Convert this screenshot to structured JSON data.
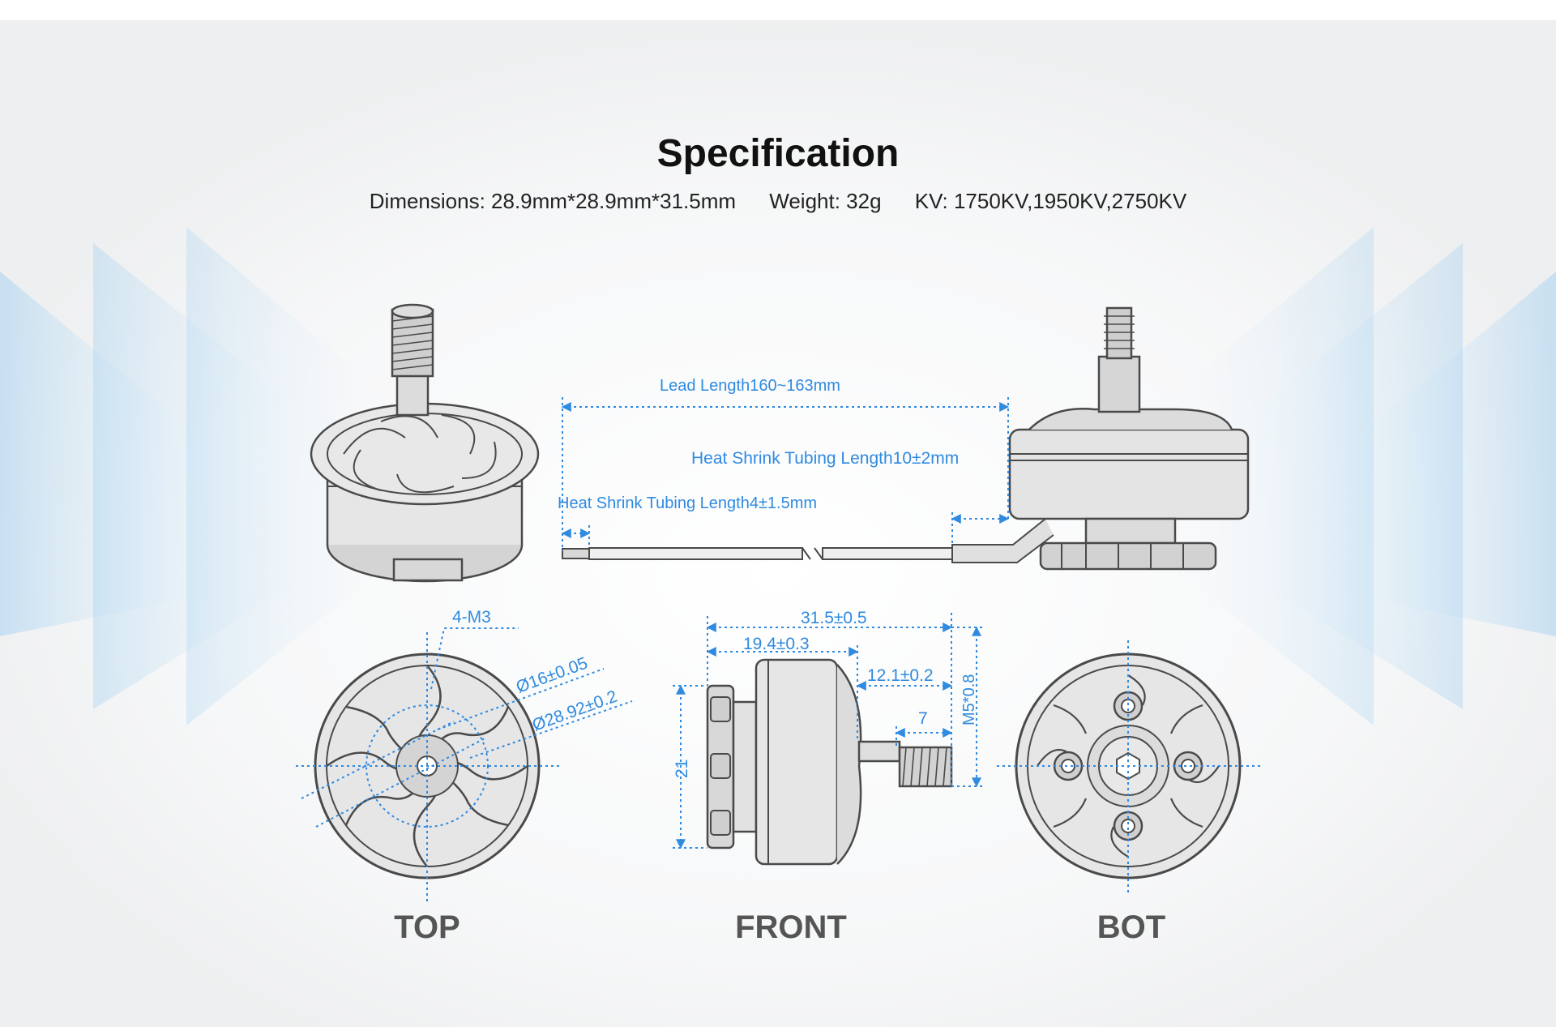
{
  "header": {
    "title": "Specification",
    "dimensions": "Dimensions: 28.9mm*28.9mm*31.5mm",
    "weight": "Weight: 32g",
    "kv": "KV: 1750KV,1950KV,2750KV"
  },
  "annotations": {
    "lead_length": "Lead Length160~163mm",
    "heat_shrink_10": "Heat Shrink Tubing Length10±2mm",
    "heat_shrink_4": "Heat Shrink Tubing Length4±1.5mm",
    "holes": "4-M3",
    "dia_16": "Ø16±0.05",
    "dia_2892": "Ø28.92±0.2",
    "len_315": "31.5±0.5",
    "len_194": "19.4±0.3",
    "len_121": "12.1±0.2",
    "len_7": "7",
    "thread": "M5*0.8",
    "len_21": "21"
  },
  "views": {
    "top": "TOP",
    "front": "FRONT",
    "bot": "BOT"
  },
  "colors": {
    "dimension_blue": "#2f8ae0",
    "line_gray": "#4a4a4a",
    "body_fill": "#e2e2e2",
    "bg_accent": "#b9dbf2"
  }
}
